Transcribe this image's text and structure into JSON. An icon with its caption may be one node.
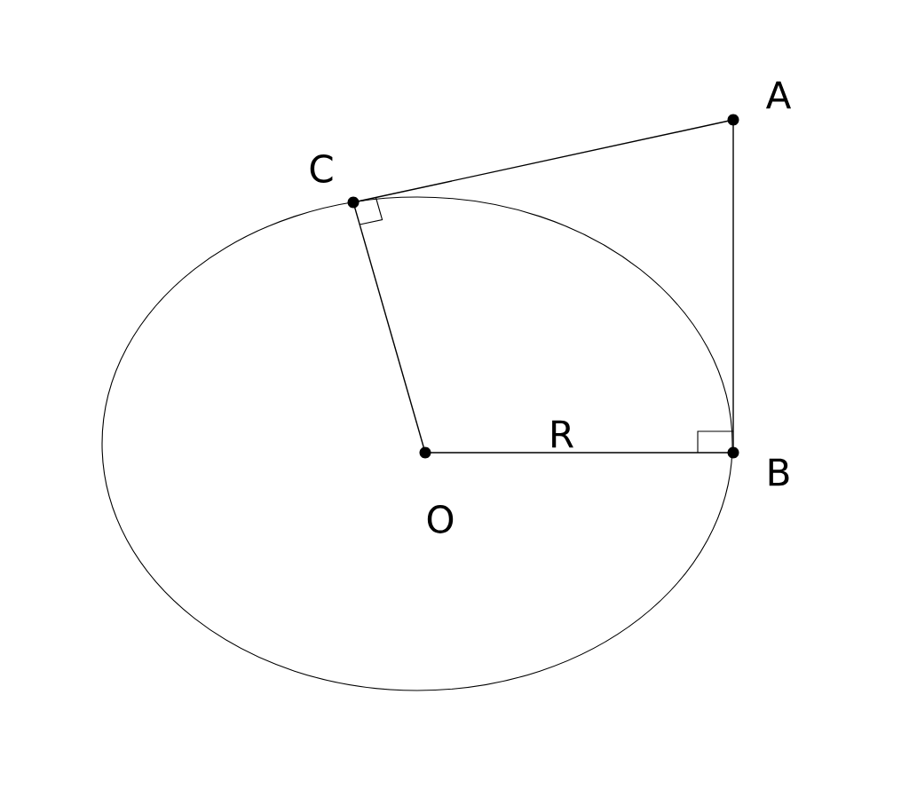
{
  "diagram": {
    "nodes": [
      {
        "text": [
          "A"
        ]
      },
      {
        "text": [
          "C"
        ]
      },
      {
        "text": [
          "B"
        ]
      },
      {
        "text": [
          "O"
        ]
      }
    ],
    "edges": [
      {
        "from": 1,
        "to": 0,
        "arrow": "none"
      },
      {
        "from": 0,
        "to": 2,
        "arrow": "none"
      },
      {
        "from": 3,
        "to": 1,
        "arrow": "none"
      },
      {
        "from": 3,
        "to": 2,
        "arrow": "none",
        "label": "R"
      }
    ]
  }
}
